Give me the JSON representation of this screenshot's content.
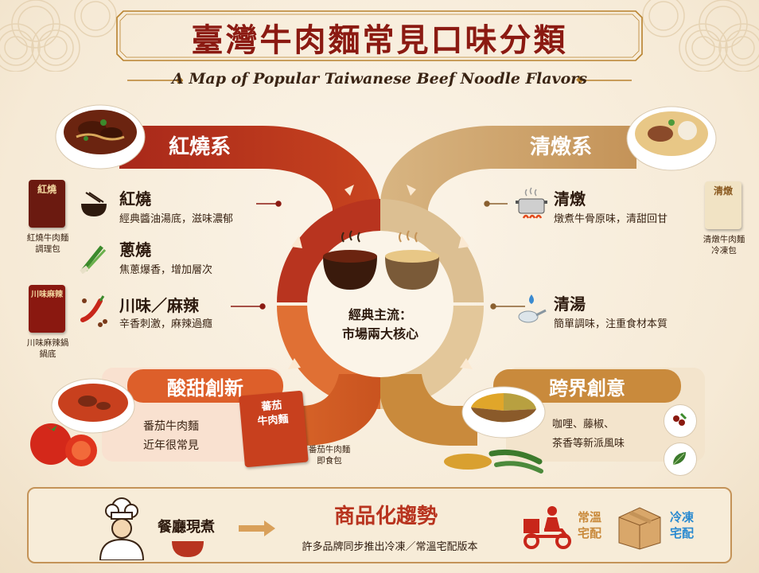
{
  "title": "臺灣牛肉麵常見口味分類",
  "subtitle": "A Map of Popular Taiwanese Beef Noodle Flavors",
  "colors": {
    "red": "#b8341f",
    "redDark": "#8b1a12",
    "orange": "#d9662a",
    "tan": "#c8a06a",
    "gold": "#c98a3c"
  },
  "left": {
    "category": "紅燒系",
    "items": [
      {
        "title": "紅燒",
        "desc": "經典醬油湯底，滋味濃郁",
        "icon": "noodle-bowl-icon"
      },
      {
        "title": "蔥燒",
        "desc": "焦蔥爆香，增加層次",
        "icon": "scallion-icon"
      },
      {
        "title": "川味／麻辣",
        "desc": "辛香刺激，麻辣過癮",
        "icon": "chili-icon"
      }
    ],
    "packs": [
      {
        "label_line1": "紅燒牛肉麵",
        "label_line2": "調理包",
        "box_text": "紅燒"
      },
      {
        "label_line1": "川味麻辣鍋",
        "label_line2": "鍋底",
        "box_text": "川味麻辣"
      }
    ]
  },
  "right": {
    "category": "清燉系",
    "items": [
      {
        "title": "清燉",
        "desc": "燉煮牛骨原味，清甜回甘",
        "icon": "pot-icon"
      },
      {
        "title": "清湯",
        "desc": "簡單調味，注重食材本質",
        "icon": "spoon-icon"
      }
    ],
    "pack": {
      "label_line1": "清燉牛肉麵",
      "label_line2": "冷凍包",
      "box_text": "清燉"
    }
  },
  "center": {
    "line1": "經典主流：",
    "line2": "市場兩大核心"
  },
  "sweet": {
    "category": "酸甜創新",
    "desc_line1": "番茄牛肉麵",
    "desc_line2": "近年很常見",
    "pack_text_line1": "蕃茄",
    "pack_text_line2": "牛肉麵",
    "pack_label_line1": "番茄牛肉麵",
    "pack_label_line2": "即食包"
  },
  "fusion": {
    "category": "跨界創意",
    "desc_line1": "咖哩、藤椒、",
    "desc_line2": "茶香等新派風味"
  },
  "bottom": {
    "restaurant": "餐廳現煮",
    "trend_title": "商品化趨勢",
    "trend_desc": "許多品牌同步推出冷凍／常溫宅配版本",
    "ambient_line1": "常溫",
    "ambient_line2": "宅配",
    "frozen_line1": "冷凍",
    "frozen_line2": "宅配"
  }
}
